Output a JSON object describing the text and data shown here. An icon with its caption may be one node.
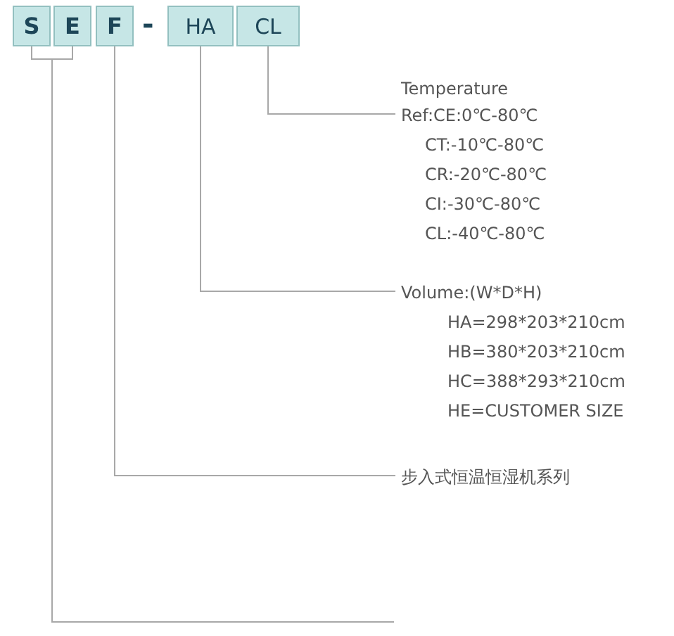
{
  "diagram": {
    "nodes": [
      {
        "text": [
          "S"
        ]
      },
      {
        "text": [
          "E"
        ]
      },
      {
        "text": [
          "F"
        ]
      },
      {
        "text": [
          "HA"
        ]
      },
      {
        "text": [
          "CL"
        ]
      },
      {
        "text": [
          "Temperature",
          "Ref:CE:0℃-80℃",
          "CT:-10℃-80℃",
          "CR:-20℃-80℃",
          "CI:-30℃-80℃",
          "CL:-40℃-80℃"
        ]
      },
      {
        "text": [
          "Volume:(W*D*H)",
          "HA=298*203*210cm",
          "HB=380*203*210cm",
          "HC=388*293*210cm",
          "HE=CUSTOMER SIZE"
        ]
      },
      {
        "text": [
          "步入式恒温恒湿机系列"
        ]
      }
    ],
    "edges": [
      {
        "from": 0,
        "to": null,
        "arrow": "none"
      },
      {
        "from": 1,
        "to": null,
        "arrow": "none"
      },
      {
        "from": 2,
        "to": 7,
        "arrow": "none"
      },
      {
        "from": 3,
        "to": 6,
        "arrow": "none"
      },
      {
        "from": 4,
        "to": 5,
        "arrow": "none"
      }
    ],
    "labels": [
      "-"
    ]
  }
}
